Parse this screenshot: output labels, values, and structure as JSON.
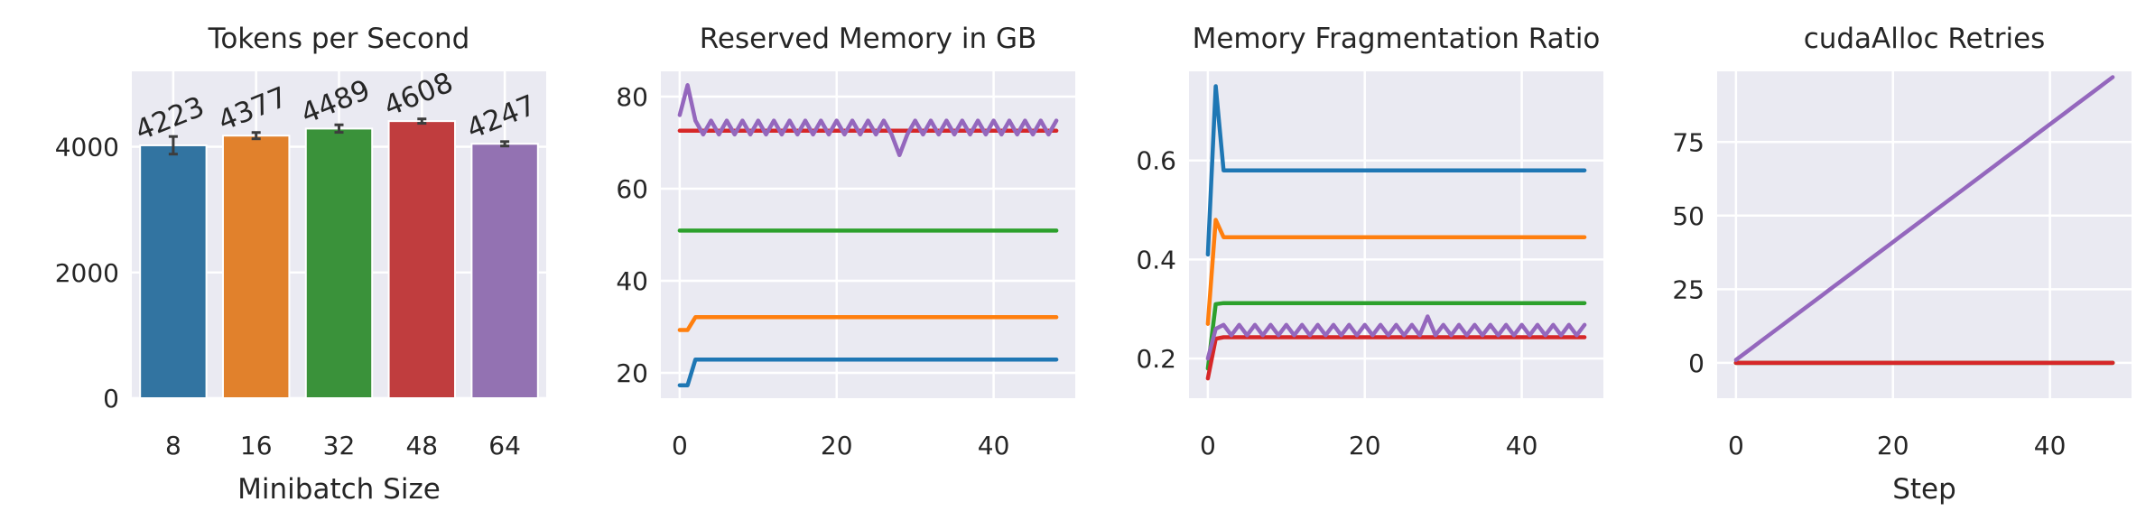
{
  "chart_data": [
    {
      "type": "bar",
      "title": "Tokens per Second",
      "xlabel": "Minibatch Size",
      "ylabel": "",
      "categories": [
        "8",
        "16",
        "32",
        "48",
        "64"
      ],
      "values": [
        4023,
        4177,
        4289,
        4408,
        4047
      ],
      "error": [
        140,
        50,
        60,
        35,
        35
      ],
      "data_labels": [
        "4223",
        "4377",
        "4489",
        "4608",
        "4247"
      ],
      "colors": [
        "#3274a1",
        "#e1812c",
        "#3a923a",
        "#c03d3e",
        "#9372b2"
      ],
      "ylim": [
        0,
        5200
      ],
      "yticks": [
        0,
        2000,
        4000
      ],
      "ytick_labels": [
        "0",
        "2000",
        "4000"
      ],
      "grid": true
    },
    {
      "type": "line",
      "title": "Reserved Memory in GB",
      "xlabel": "",
      "ylabel": "",
      "xlim": [
        -2.4,
        50.4
      ],
      "ylim": [
        14.5,
        85.5
      ],
      "xticks": [
        0,
        20,
        40
      ],
      "xtick_labels": [
        "0",
        "20",
        "40"
      ],
      "yticks": [
        20,
        40,
        60,
        80
      ],
      "ytick_labels": [
        "20",
        "40",
        "60",
        "80"
      ],
      "grid": true,
      "series": [
        {
          "color": "#1f77b4",
          "kind": "step",
          "start": 17.3,
          "value": 22.9,
          "switch_at": 2,
          "steps": 48
        },
        {
          "color": "#ff7f0e",
          "kind": "step",
          "start": 29.3,
          "value": 32.1,
          "switch_at": 2,
          "steps": 48
        },
        {
          "color": "#2ca02c",
          "kind": "flat",
          "value": 50.9,
          "steps": 48
        },
        {
          "color": "#d62728",
          "kind": "flat",
          "value": 72.6,
          "steps": 48
        },
        {
          "color": "#9467bd",
          "kind": "zigzag",
          "first": [
            76.0,
            82.5
          ],
          "high": 74.8,
          "low": 71.8,
          "dip_at": 28,
          "dip_value": 67.3,
          "steps": 48
        }
      ]
    },
    {
      "type": "line",
      "title": "Memory Fragmentation Ratio",
      "xlabel": "",
      "ylabel": "",
      "xlim": [
        -2.4,
        50.4
      ],
      "ylim": [
        0.12,
        0.78
      ],
      "xticks": [
        0,
        20,
        40
      ],
      "xtick_labels": [
        "0",
        "20",
        "40"
      ],
      "yticks": [
        0.2,
        0.4,
        0.6
      ],
      "ytick_labels": [
        "0.2",
        "0.4",
        "0.6"
      ],
      "grid": true,
      "series": [
        {
          "color": "#1f77b4",
          "kind": "spike",
          "first": [
            0.41,
            0.75
          ],
          "value": 0.58,
          "steps": 48
        },
        {
          "color": "#ff7f0e",
          "kind": "spike",
          "first": [
            0.27,
            0.48
          ],
          "value": 0.445,
          "steps": 48
        },
        {
          "color": "#2ca02c",
          "kind": "spike",
          "first": [
            0.18,
            0.31
          ],
          "value": 0.312,
          "steps": 48
        },
        {
          "color": "#d62728",
          "kind": "spike",
          "first": [
            0.16,
            0.24
          ],
          "value": 0.243,
          "steps": 48
        },
        {
          "color": "#9467bd",
          "kind": "zigzag",
          "first": [
            0.2,
            0.26
          ],
          "high": 0.268,
          "low": 0.247,
          "dip_at": 28,
          "dip_value": 0.285,
          "steps": 48
        }
      ]
    },
    {
      "type": "line",
      "title": "cudaAlloc Retries",
      "xlabel": "Step",
      "ylabel": "",
      "xlim": [
        -2.4,
        50.4
      ],
      "ylim": [
        -12,
        99
      ],
      "xticks": [
        0,
        20,
        40
      ],
      "xtick_labels": [
        "0",
        "20",
        "40"
      ],
      "yticks": [
        0,
        25,
        50,
        75
      ],
      "ytick_labels": [
        "0",
        "25",
        "50",
        "75"
      ],
      "grid": true,
      "series": [
        {
          "color": "#1f77b4",
          "kind": "flat",
          "value": 0,
          "steps": 48
        },
        {
          "color": "#ff7f0e",
          "kind": "flat",
          "value": 0,
          "steps": 48
        },
        {
          "color": "#2ca02c",
          "kind": "flat",
          "value": 0,
          "steps": 48
        },
        {
          "color": "#d62728",
          "kind": "flat",
          "value": 0,
          "steps": 48
        },
        {
          "color": "#9467bd",
          "kind": "ramp",
          "start": 1,
          "slope": 2,
          "steps": 48
        }
      ]
    }
  ]
}
